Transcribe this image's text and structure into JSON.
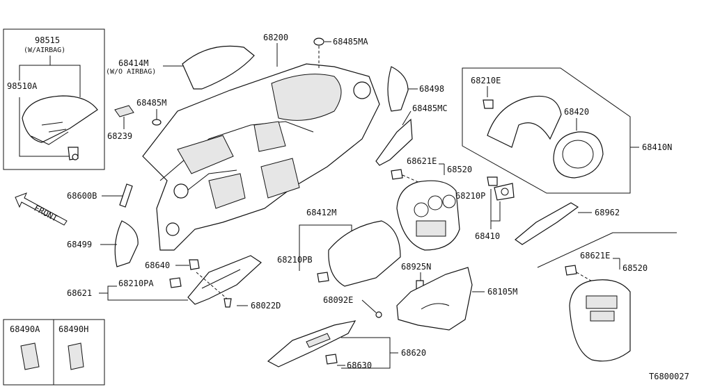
{
  "labels": {
    "p98515": "98515",
    "w_airbag": "(W/AIRBAG)",
    "p98510A": "98510A",
    "p68414M": "68414M",
    "wo_airbag": "(W/O AIRBAG)",
    "p68200": "68200",
    "p68485MA": "68485MA",
    "p68498": "68498",
    "p68485M": "68485M",
    "p68239": "68239",
    "p68485MC": "68485MC",
    "p68210E": "68210E",
    "p68420": "68420",
    "p68410N": "68410N",
    "p68621E_a": "68621E",
    "p68520_a": "68520",
    "p68600B": "68600B",
    "front": "FRONT",
    "p68210P": "68210P",
    "p68962": "68962",
    "p68412M": "68412M",
    "p68410": "68410",
    "p68499": "68499",
    "p68210PB": "68210PB",
    "p68925N": "68925N",
    "p68640": "68640",
    "p68621E_b": "68621E",
    "p68520_b": "68520",
    "p68621": "68621",
    "p68210PA": "68210PA",
    "p68022D": "68022D",
    "p68105M": "68105M",
    "p68092E": "68092E",
    "p68490A": "68490A",
    "p68490H": "68490H",
    "p68620": "68620",
    "p68630": "68630",
    "diagram_id": "T6800027"
  }
}
